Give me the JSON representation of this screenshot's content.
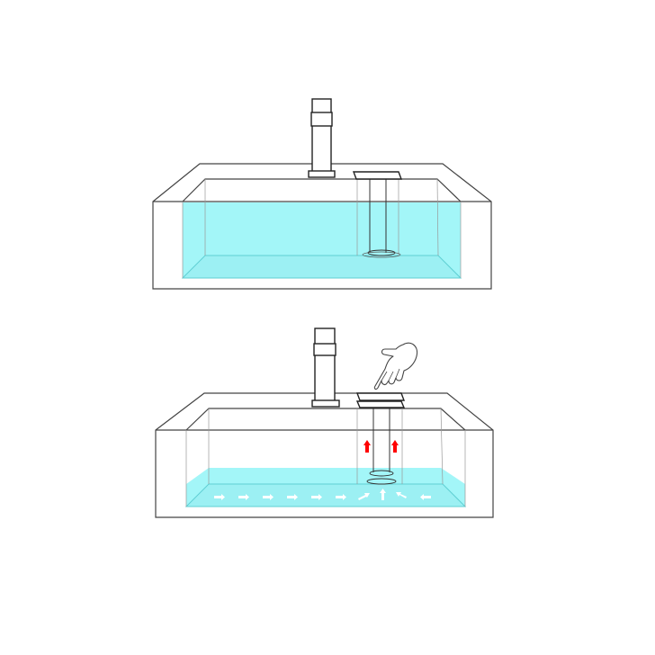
{
  "diagram": {
    "panels": [
      {
        "state": "drain-closed-basin-full",
        "water_level": 0.85
      },
      {
        "state": "drain-open-basin-draining",
        "water_level": 0.3
      }
    ],
    "colors": {
      "water": "#a3f6f8",
      "water_edge": "#5fcfd3",
      "lift_arrow": "#ff0000",
      "flow_arrow": "#ffffff",
      "outline": "#444444"
    },
    "icons": [
      "faucet-icon",
      "pop-up-drain-icon",
      "pointing-hand-icon",
      "up-arrow-icon",
      "flow-arrow-icon"
    ]
  }
}
